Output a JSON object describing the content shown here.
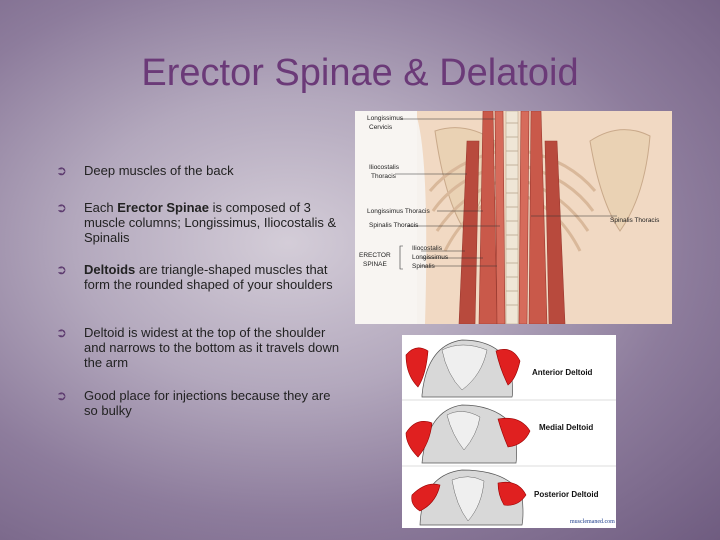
{
  "title": "Erector Spinae & Delatoid",
  "bullet_marker": "➲",
  "bullets": [
    {
      "text": "Deep muscles of the back"
    },
    {
      "pre": "Each ",
      "bold": "Erector Spinae",
      "post": " is composed of 3 muscle columns; Longissimus, Iliocostalis & Spinalis"
    },
    {
      "bold": "Deltoids",
      "post": " are triangle-shaped muscles that form the rounded shaped of your shoulders"
    },
    {
      "text": "Deltoid is widest at the top of the shoulder and narrows to the bottom as it travels down the arm"
    },
    {
      "text": "Good place for injections because they are so bulky"
    }
  ],
  "spine_figure": {
    "labels": {
      "longissimus_cervicis_1": "Longissimus",
      "longissimus_cervicis_2": "Cervicis",
      "iliocostalis_thoracis_1": "Iliocostalis",
      "iliocostalis_thoracis_2": "Thoracis",
      "longissimus_thoracis": "Longissimus Thoracis",
      "spinalis_thoracis_left": "Spinalis Thoracis",
      "spinalis_thoracis_right": "Spinalis Thoracis",
      "erector_1": "ERECTOR",
      "erector_2": "SPINAE",
      "iliocostalis": "Iliocostalis",
      "longissimus": "Longissimus",
      "spinalis": "Spinalis"
    }
  },
  "deltoid_figure": {
    "labels": {
      "anterior": "Anterior Deltoid",
      "medial": "Medial Deltoid",
      "posterior": "Posterior Deltoid"
    },
    "watermark": "musclemaned.com"
  },
  "colors": {
    "title": "#6b3a78",
    "muscle": "#c9594a",
    "deltoid": "#e02020"
  }
}
